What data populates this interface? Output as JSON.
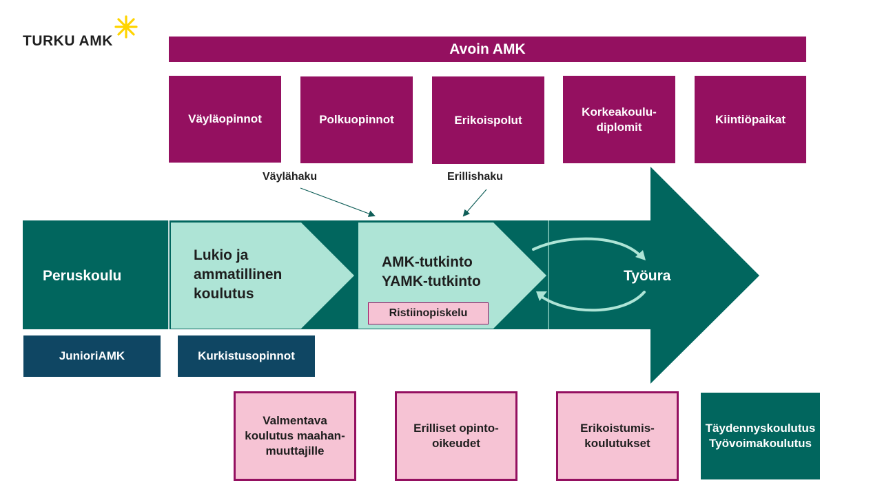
{
  "logo": {
    "text": "TURKU AMK"
  },
  "banner": {
    "text": "Avoin AMK"
  },
  "top_boxes": [
    {
      "label": "Väyläopinnot"
    },
    {
      "label": "Polkuopinnot"
    },
    {
      "label": "Erikoispolut"
    },
    {
      "label": "Korkeakoulu-diplomit"
    },
    {
      "label": "Kiintiöpaikat"
    }
  ],
  "application_labels": {
    "vaylahaku": "Väylähaku",
    "erillishaku": "Erillishaku"
  },
  "path": {
    "peruskoulu": "Peruskoulu",
    "lukio": "Lukio ja ammatillinen koulutus",
    "amk": "AMK-tutkinto",
    "yamk": "YAMK-tutkinto",
    "ristiinopiskelu": "Ristiinopiskelu",
    "tyoura": "Työura"
  },
  "navy_boxes": [
    {
      "label": "JunioriAMK"
    },
    {
      "label": "Kurkistusopinnot"
    }
  ],
  "bottom_boxes": [
    {
      "label": "Valmentava koulutus maahan-muuttajille"
    },
    {
      "label": "Erilliset opinto-oikeudet"
    },
    {
      "label": "Erikoistumis-koulutukset"
    },
    {
      "label": "Täydennyskoulutus Työvoimakoulutus"
    }
  ],
  "colors": {
    "purple": "#941060",
    "dark_green": "#01665e",
    "mint": "#aee4d6",
    "navy": "#0f4663",
    "pink": "#f6c3d4",
    "logo_star": "#ffd400"
  }
}
